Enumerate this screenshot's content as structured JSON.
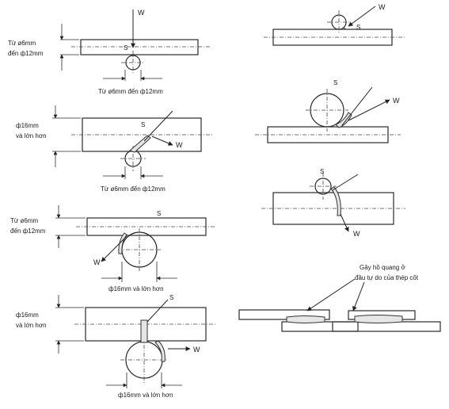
{
  "labels": {
    "w": "W",
    "s": "S",
    "r1_left": [
      "Từ ø6mm",
      "đến ф12mm"
    ],
    "r1_bottom": "Từ ø6mm đến ф12mm",
    "r2_left": [
      "ф16mm",
      "và lớn hơn"
    ],
    "r2_bottom": "Từ ø6mm đến ф12mm",
    "r3_left": [
      "Từ ø6mm",
      "đến ф12mm"
    ],
    "r3_bottom": "ф16mm và lớn hơn",
    "r4_left": [
      "ф16mm",
      "và lớn hơn"
    ],
    "r4_bottom": "ф16mm và lớn hơn",
    "note": [
      "Gây hồ quang ở",
      "đầu tự do của thép cốt"
    ]
  }
}
